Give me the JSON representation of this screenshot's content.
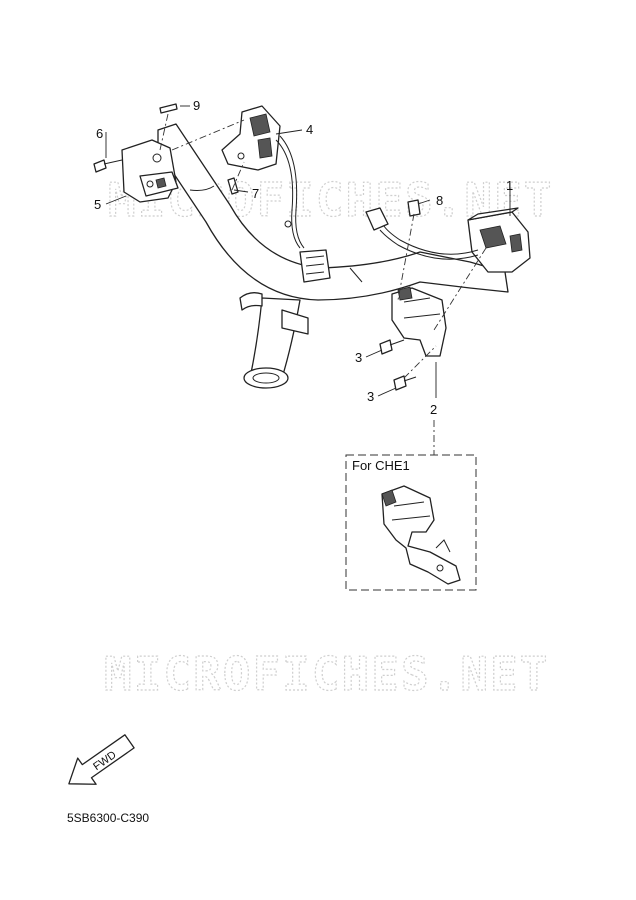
{
  "watermark": "MICROFICHES.NET",
  "callouts": [
    "1",
    "2",
    "3",
    "3",
    "4",
    "5",
    "6",
    "7",
    "8",
    "9"
  ],
  "variant_label": "For CHE1",
  "fwd_label": "FWD",
  "diagram_code": "5SB6300-C390"
}
